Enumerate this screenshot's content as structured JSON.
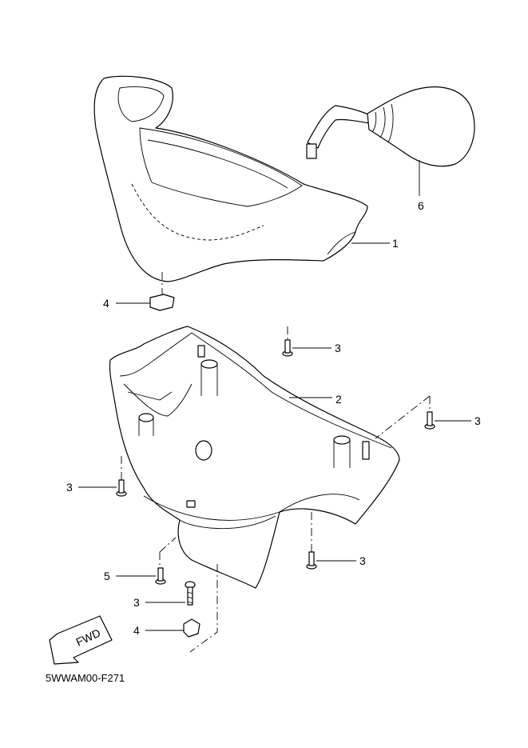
{
  "diagram": {
    "callouts": [
      {
        "id": "handlebar-cover-upper",
        "number": "1"
      },
      {
        "id": "handlebar-cover-lower",
        "number": "2"
      },
      {
        "id": "screw-a",
        "number": "3"
      },
      {
        "id": "screw-b",
        "number": "3"
      },
      {
        "id": "screw-c",
        "number": "3"
      },
      {
        "id": "screw-d",
        "number": "3"
      },
      {
        "id": "screw-e",
        "number": "3"
      },
      {
        "id": "nut-upper",
        "number": "4"
      },
      {
        "id": "nut-lower",
        "number": "4"
      },
      {
        "id": "screw-5",
        "number": "5"
      },
      {
        "id": "mirror",
        "number": "6"
      }
    ],
    "direction_arrow": "FWD",
    "figure_code": "5WWAM00-F271"
  }
}
